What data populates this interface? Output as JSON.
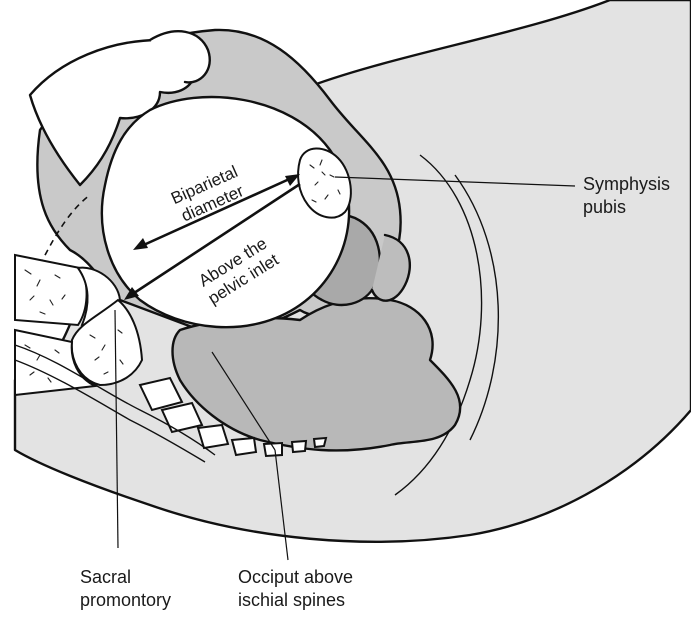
{
  "labels": {
    "biparietal_line1": "Biparietal",
    "biparietal_line2": "diameter",
    "inlet_line1": "Above the",
    "inlet_line2": "pelvic inlet",
    "symphysis_line1": "Symphysis",
    "symphysis_line2": "pubis",
    "sacral_line1": "Sacral",
    "sacral_line2": "promontory",
    "occiput_line1": "Occiput above",
    "occiput_line2": "ischial spines"
  },
  "colors": {
    "shading_light": "#e3e3e3",
    "shading_mid": "#c9c9c9",
    "shading_dark": "#a9a9a9",
    "outline": "#111111"
  }
}
